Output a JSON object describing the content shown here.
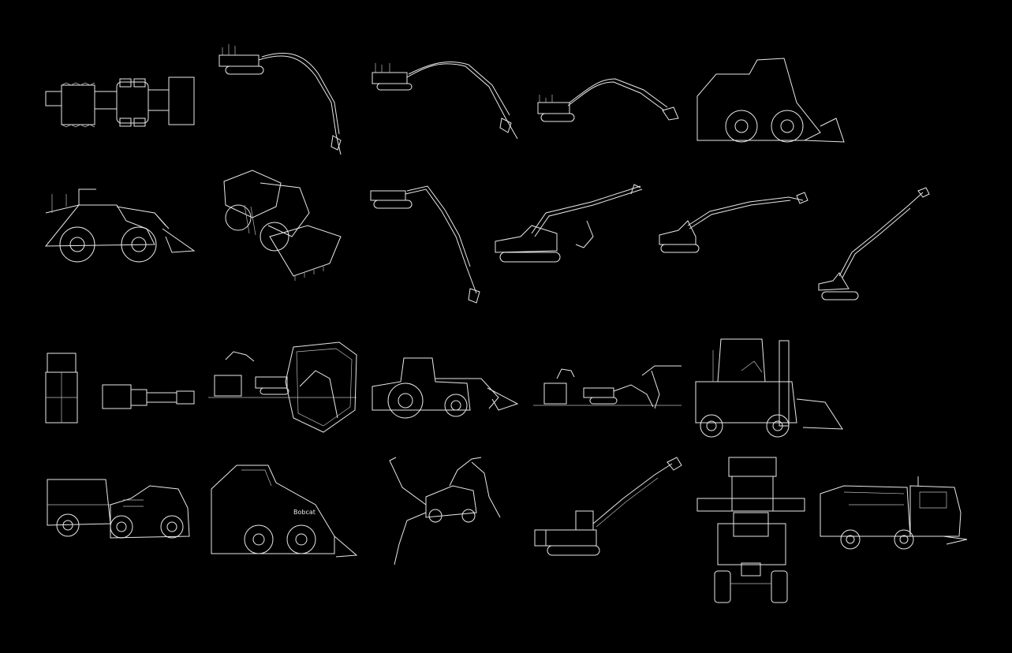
{
  "background": "#000000",
  "line_color": "#e8e8e8",
  "drawings": [
    {
      "name": "loader-top-view",
      "icon": "loader-top-view-icon"
    },
    {
      "name": "long-reach-excavator-1",
      "icon": "excavator-icon"
    },
    {
      "name": "long-reach-excavator-2",
      "icon": "excavator-icon"
    },
    {
      "name": "long-reach-excavator-3",
      "icon": "excavator-icon"
    },
    {
      "name": "skid-steer-loader-1",
      "icon": "skid-steer-icon"
    },
    {
      "name": "wheel-loader-side",
      "icon": "wheel-loader-icon"
    },
    {
      "name": "wheel-loader-iso",
      "icon": "wheel-loader-icon"
    },
    {
      "name": "long-reach-excavator-4",
      "icon": "excavator-icon"
    },
    {
      "name": "long-reach-excavator-5",
      "icon": "excavator-icon"
    },
    {
      "name": "long-reach-excavator-6",
      "icon": "excavator-icon"
    },
    {
      "name": "long-reach-excavator-7",
      "icon": "excavator-icon"
    },
    {
      "name": "truck-and-excavator-top",
      "icon": "truck-icon"
    },
    {
      "name": "excavator-loading-truck-1",
      "icon": "excavator-icon"
    },
    {
      "name": "tractor-loader",
      "icon": "tractor-icon"
    },
    {
      "name": "excavator-loading-truck-2",
      "icon": "excavator-icon"
    },
    {
      "name": "forklift-loader",
      "icon": "forklift-icon"
    },
    {
      "name": "covered-utility-vehicle",
      "icon": "utility-vehicle-icon"
    },
    {
      "name": "skid-steer-loader-2",
      "icon": "skid-steer-icon",
      "label": "Bobcat"
    },
    {
      "name": "walking-excavator",
      "icon": "walking-excavator-icon"
    },
    {
      "name": "cable-excavator",
      "icon": "excavator-icon"
    },
    {
      "name": "telehandler-front",
      "icon": "telehandler-icon"
    },
    {
      "name": "street-sweeper-truck",
      "icon": "sweeper-icon"
    }
  ]
}
